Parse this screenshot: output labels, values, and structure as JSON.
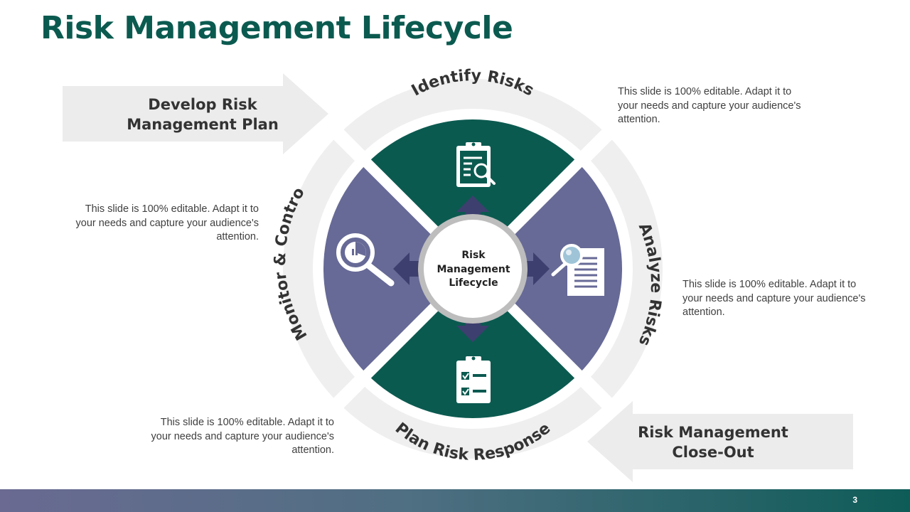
{
  "slide": {
    "title": "Risk Management Lifecycle",
    "page_number": "3"
  },
  "center_label": "Risk\nManagement\nLifecycle",
  "ring_labels": {
    "top": "Identify Risks",
    "right": "Analyze Risks",
    "bottom": "Plan Risk Response",
    "left": "Monitor & Control"
  },
  "arrows": {
    "start_label": "Develop Risk\nManagement Plan",
    "end_label": "Risk Management\nClose-Out"
  },
  "descriptions": {
    "top_right": "This slide is 100% editable. Adapt it to your needs and capture your audience's attention.",
    "right": "This slide is 100% editable. Adapt it to your needs and capture your audience's attention.",
    "left": "This slide is 100% editable. Adapt it to your needs and capture your audience's attention.",
    "bottom_left": "This slide is 100% editable. Adapt it to your needs and capture your audience's attention."
  },
  "icons": {
    "top": "clipboard-search-icon",
    "right": "document-magnifier-icon",
    "bottom": "checklist-clipboard-icon",
    "left": "chart-magnifier-icon"
  },
  "colors": {
    "teal": "#0b5a50",
    "purple": "#676a96",
    "ring": "#efefef",
    "arrow": "#ececec",
    "title": "#0b5a50"
  }
}
